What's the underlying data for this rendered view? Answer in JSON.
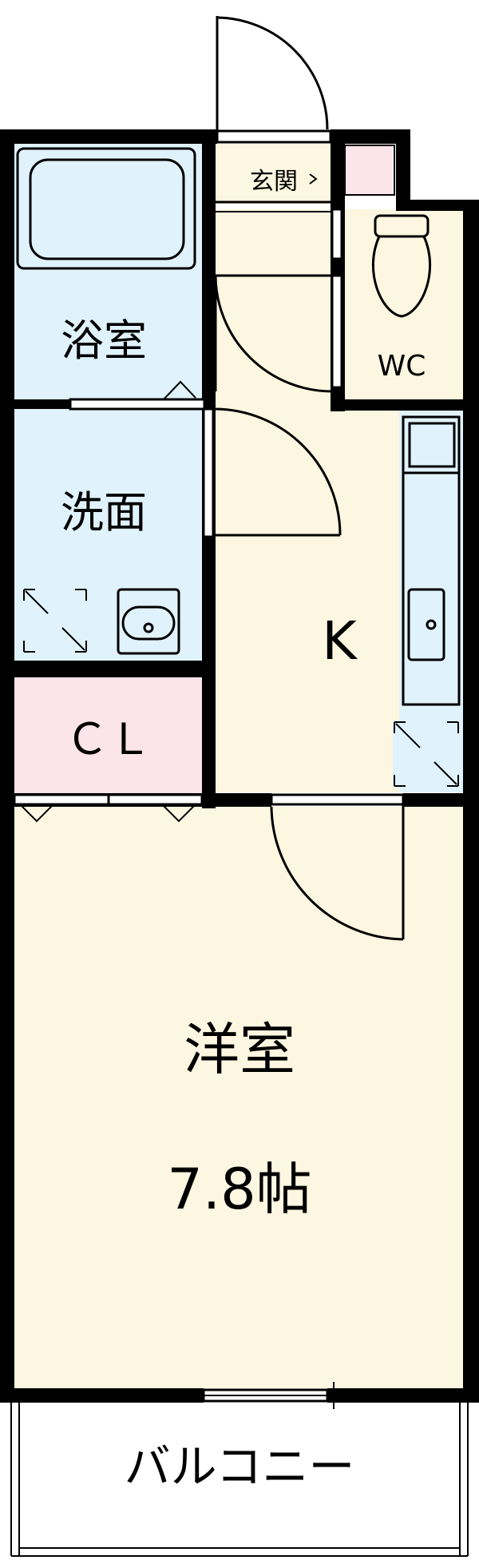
{
  "rooms": {
    "genkan": "玄関",
    "bathroom": "浴室",
    "washroom": "洗面",
    "closet": "ＣＬ",
    "toilet": "WC",
    "kitchen": "K",
    "western_room": "洋室",
    "western_room_size": "7.8帖",
    "balcony": "バルコニー"
  },
  "colors": {
    "wet_area": "#e0f2fb",
    "living_area": "#fdf6e0",
    "closet": "#fbe4ea",
    "wall": "#000000",
    "balcony": "#ffffff"
  },
  "icons": [
    "bathtub-icon",
    "toilet-icon",
    "washbasin-icon",
    "ventilation-icon",
    "kitchen-sink-icon",
    "door-swing-icon",
    "sliding-window-icon"
  ]
}
